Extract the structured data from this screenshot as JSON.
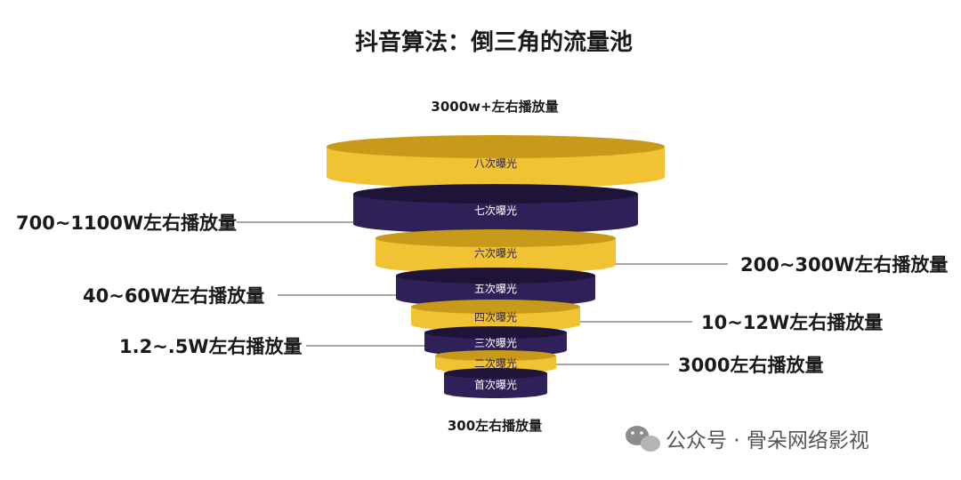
{
  "title": "抖音算法：倒三角的流量池",
  "top_caption": "3000w+左右播放量",
  "bottom_caption": "300左右播放量",
  "colors": {
    "yellow": "#f1c232",
    "yellow_dark": "#c79a1a",
    "purple": "#2f2157",
    "purple_dark": "#1d1438",
    "purple_text": "#ffffff",
    "yellow_text": "#2b2148",
    "line": "#8a8a8a"
  },
  "tiers": [
    {
      "label": "八次曝光",
      "color": "yellow"
    },
    {
      "label": "七次曝光",
      "color": "purple"
    },
    {
      "label": "六次曝光",
      "color": "yellow"
    },
    {
      "label": "五次曝光",
      "color": "purple"
    },
    {
      "label": "四次曝光",
      "color": "yellow"
    },
    {
      "label": "三次曝光",
      "color": "purple"
    },
    {
      "label": "二次曝光",
      "color": "yellow"
    },
    {
      "label": "首次曝光",
      "color": "purple"
    }
  ],
  "annotations": [
    {
      "text": "700~1100W左右播放量",
      "side": "left",
      "tier": 1
    },
    {
      "text": "200~300W左右播放量",
      "side": "right",
      "tier": 2
    },
    {
      "text": "40~60W左右播放量",
      "side": "left",
      "tier": 3
    },
    {
      "text": "10~12W左右播放量",
      "side": "right",
      "tier": 4
    },
    {
      "text": "1.2~.5W左右播放量",
      "side": "left",
      "tier": 5
    },
    {
      "text": "3000左右播放量",
      "side": "right",
      "tier": 6
    }
  ],
  "watermark": "公众号 · 骨朵网络影视"
}
